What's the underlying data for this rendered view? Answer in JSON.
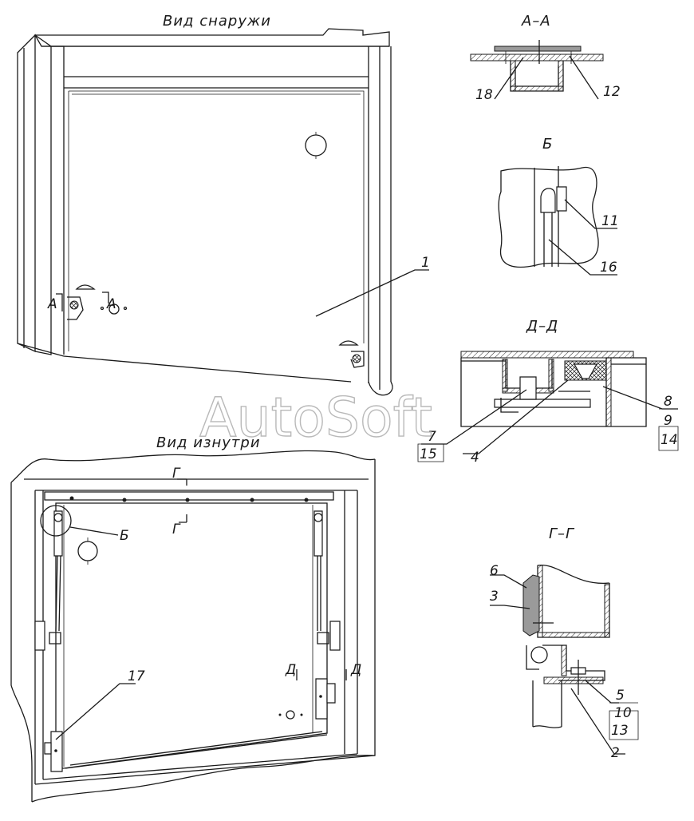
{
  "views": {
    "outside": "Вид снаружи",
    "inside": "Вид изнутри"
  },
  "sections": {
    "aa": "А–А",
    "b": "Б",
    "dd": "Д–Д",
    "gg": "Г–Г"
  },
  "markers": {
    "a": "А",
    "g": "Г",
    "d": "Д",
    "b": "Б"
  },
  "callouts": {
    "c1": "1",
    "c2": "2",
    "c3": "3",
    "c4": "4",
    "c5": "5",
    "c6": "6",
    "c7": "7",
    "c8": "8",
    "c9": "9",
    "c10": "10",
    "c11": "11",
    "c12": "12",
    "c13": "13",
    "c14": "14",
    "c15": "15",
    "c16": "16",
    "c17": "17",
    "c18": "18"
  },
  "watermark": "AutoSoft"
}
